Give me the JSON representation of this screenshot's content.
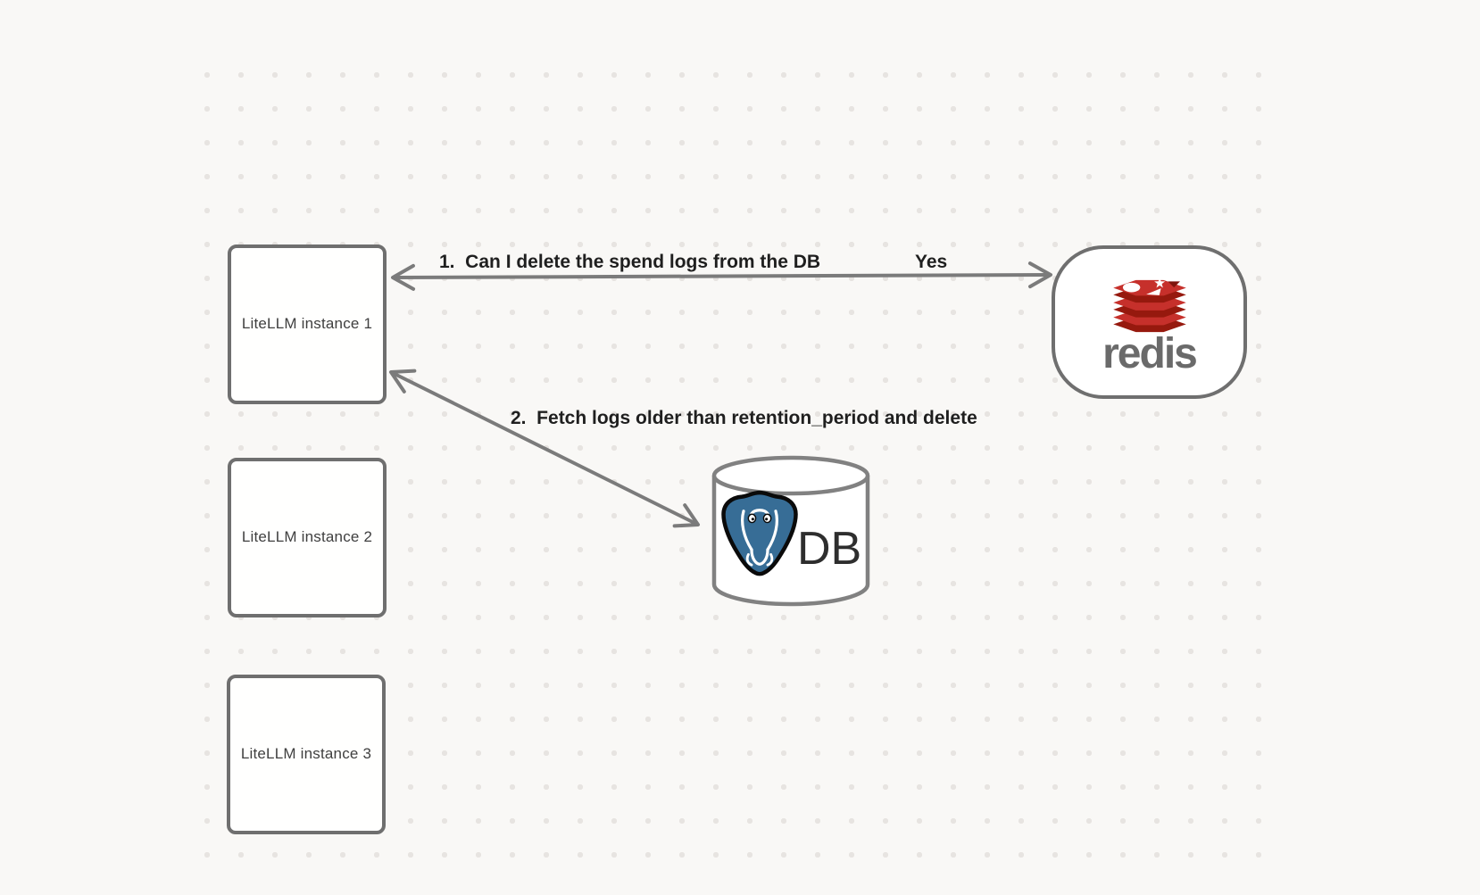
{
  "app": {
    "name": "whiteboard-architecture-diagram",
    "background": "#f9f8f6"
  },
  "diagram": {
    "nodes": {
      "instance1": {
        "label": "LiteLLM instance 1",
        "shape": "rectangle"
      },
      "instance2": {
        "label": "LiteLLM instance 2",
        "shape": "rectangle"
      },
      "instance3": {
        "label": "LiteLLM instance 3",
        "shape": "rectangle"
      },
      "redis": {
        "label": "redis",
        "shape": "rounded-rectangle",
        "icon": "redis-stack-icon"
      },
      "db": {
        "label": "DB",
        "shape": "database-cylinder",
        "icon": "postgres-elephant-icon"
      }
    },
    "arrows": [
      {
        "from": "instance1",
        "to": "redis",
        "style": "double-headed",
        "label": "1.  Can I delete the spend logs from the DB",
        "response_label": "Yes"
      },
      {
        "from": "instance1",
        "to": "db",
        "style": "double-headed",
        "label": "2.  Fetch logs older than retention_period and delete"
      }
    ],
    "colors": {
      "background": "#f9f8f6",
      "dot_grid": "#e7e4e1",
      "node_border": "#6f6f6f",
      "node_fill": "#ffffff",
      "arrow": "#7b7b7b",
      "arrow_label_text": "#1f1f1f",
      "node_label_text": "#3f3f3f",
      "redis_red": "#c6302b",
      "redis_dark_red": "#96190e",
      "redis_wordmark": "#6a6a6a",
      "postgres_blue": "#376d96",
      "db_text": "#2e2e2e",
      "cylinder_border": "#818181"
    }
  }
}
